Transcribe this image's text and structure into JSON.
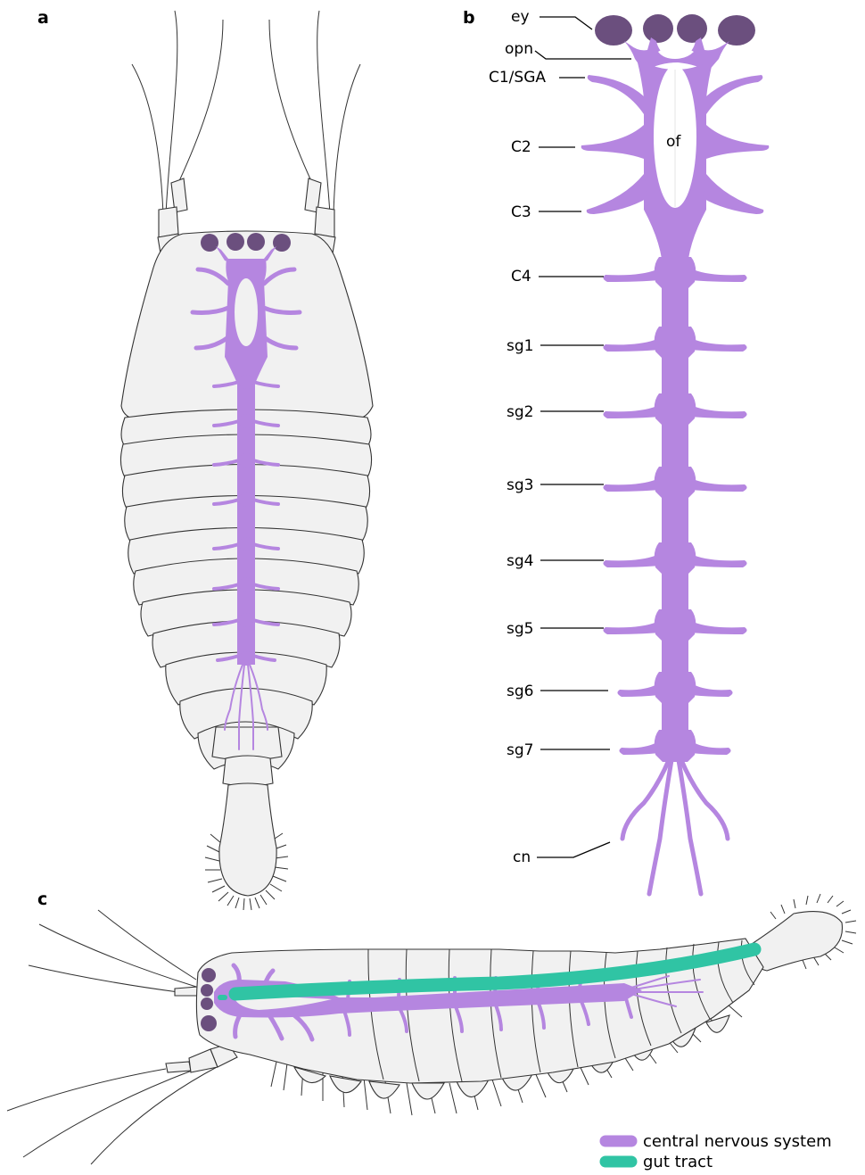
{
  "figure": {
    "panels": [
      {
        "letter": "a",
        "view": "dorsal habitus with nervous system overlay"
      },
      {
        "letter": "b",
        "view": "isolated central nervous system with labels"
      },
      {
        "letter": "c",
        "view": "lateral habitus with nervous system and gut tract"
      }
    ],
    "panel_b_labels": [
      {
        "id": "ey",
        "text": "ey"
      },
      {
        "id": "opn",
        "text": "opn"
      },
      {
        "id": "c1sga",
        "text": "C1/SGA"
      },
      {
        "id": "c2",
        "text": "C2"
      },
      {
        "id": "c3",
        "text": "C3"
      },
      {
        "id": "c4",
        "text": "C4"
      },
      {
        "id": "sg1",
        "text": "sg1"
      },
      {
        "id": "sg2",
        "text": "sg2"
      },
      {
        "id": "sg3",
        "text": "sg3"
      },
      {
        "id": "sg4",
        "text": "sg4"
      },
      {
        "id": "sg5",
        "text": "sg5"
      },
      {
        "id": "sg6",
        "text": "sg6"
      },
      {
        "id": "sg7",
        "text": "sg7"
      },
      {
        "id": "cn",
        "text": "cn"
      }
    ],
    "inner_label": "of",
    "legend": [
      {
        "label": "central nervous system",
        "color": "#b586e0"
      },
      {
        "label": "gut tract",
        "color": "#30c4a4"
      }
    ],
    "colors": {
      "cns": "#b586e0",
      "gut": "#30c4a4",
      "eye": "#6b4f7e",
      "body_fill": "#f1f1f1",
      "outline": "#333333"
    }
  }
}
